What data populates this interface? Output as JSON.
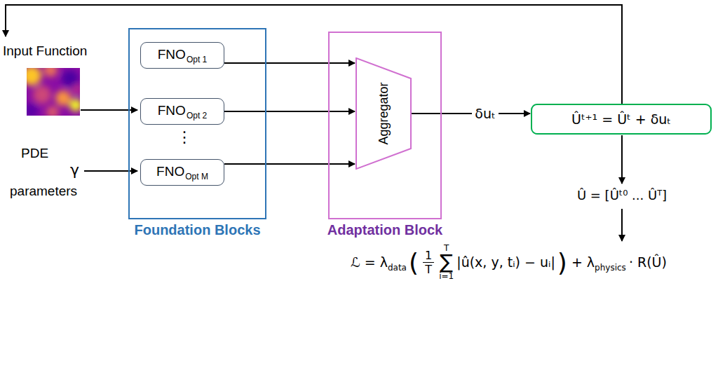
{
  "diagram": {
    "nodes": [
      {
        "text": [
          "Foundation Blocks"
        ]
      },
      {
        "text": [
          "FNO",
          "Opt 1"
        ],
        "in": 0
      },
      {
        "text": [
          "FNO",
          "Opt 2"
        ],
        "in": 0
      },
      {
        "text": [
          "FNO",
          "Opt M"
        ],
        "in": 0
      },
      {
        "text": [
          "Adaptation Block"
        ]
      },
      {
        "text": [
          "Aggregator"
        ],
        "in": 4
      },
      {
        "text": [
          "Ûᵗ⁺¹ = Ûᵗ + δuₜ"
        ]
      }
    ],
    "edges": [
      {
        "from": 1,
        "to": 5,
        "arrow": "to"
      },
      {
        "from": 2,
        "to": 5,
        "arrow": "to"
      },
      {
        "from": 3,
        "to": 5,
        "arrow": "to"
      },
      {
        "from": 5,
        "to": 6,
        "label": "δuₜ",
        "arrow": "to"
      }
    ],
    "labels": [
      "Input Function",
      "PDE",
      "parameters",
      "γ",
      "⋮",
      "Û = [Ûᵗ⁰ ... Ûᵀ]",
      "ℒ = λ",
      "data",
      "(",
      "1",
      "T",
      "T",
      "∑",
      "i=1",
      "|û(x, y, tᵢ) − uᵢ|",
      ")",
      "+ λ",
      "physics",
      "· R(Û)"
    ]
  }
}
